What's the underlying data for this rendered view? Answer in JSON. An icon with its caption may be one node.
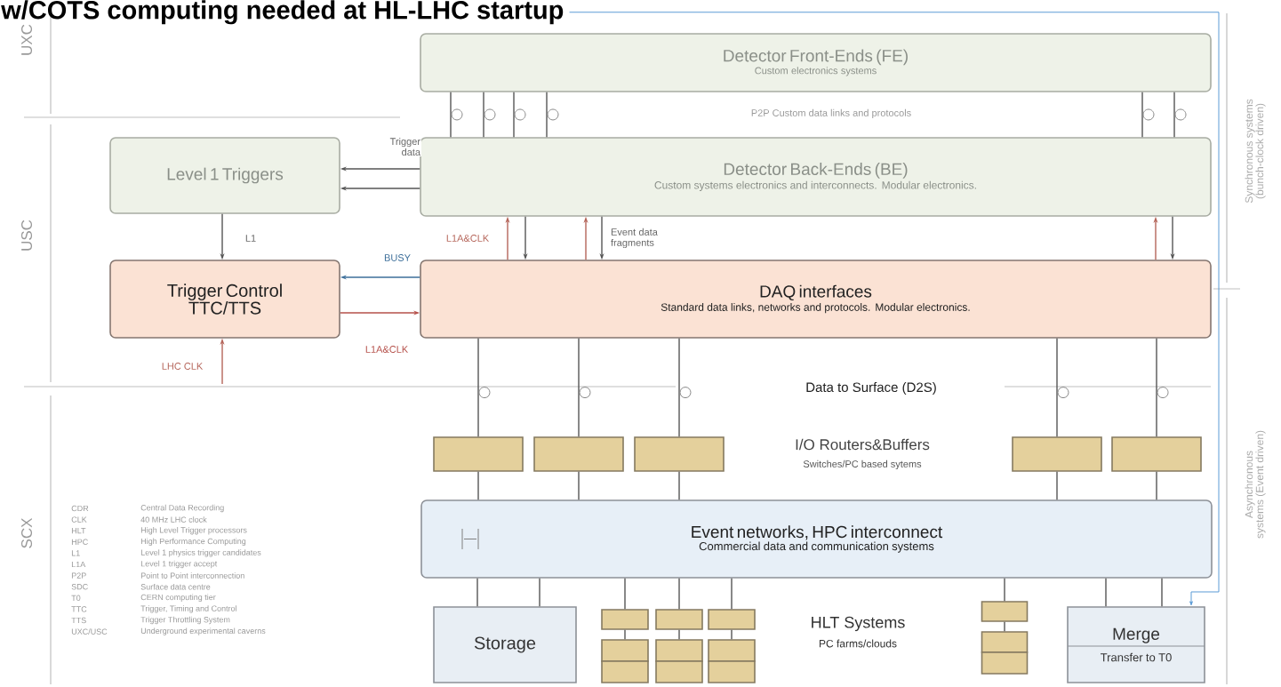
{
  "diagram": {
    "title": "w/COTS computing needed at HL-LHC startup",
    "nodes": [
      {
        "text": [
          "Detector Front-Ends (FE)",
          "Custom electronics systems"
        ]
      },
      {
        "text": [
          "Level 1 Triggers"
        ]
      },
      {
        "text": [
          "Detector Back-Ends (BE)",
          "Custom systems electronics and interconnects. Modular electronics."
        ]
      },
      {
        "text": [
          "Trigger Control TTC/TTS"
        ]
      },
      {
        "text": [
          "DAQ interfaces",
          "Standard data links, networks and protocols. Modular electronics."
        ]
      },
      {
        "text": [],
        "shape": "box"
      },
      {
        "text": [],
        "shape": "box"
      },
      {
        "text": [],
        "shape": "box"
      },
      {
        "text": [],
        "shape": "box"
      },
      {
        "text": [],
        "shape": "box"
      },
      {
        "text": [
          "Event networks, HPC interconnect",
          "Commercial data and communication systems"
        ]
      },
      {
        "text": [
          "Storage"
        ]
      },
      {
        "text": [],
        "shape": "box"
      },
      {
        "text": [],
        "shape": "box"
      },
      {
        "text": [],
        "shape": "box"
      },
      {
        "text": [],
        "shape": "box"
      },
      {
        "text": [],
        "shape": "box"
      },
      {
        "text": [],
        "shape": "box"
      },
      {
        "text": [],
        "shape": "box"
      },
      {
        "text": [],
        "shape": "box"
      },
      {
        "text": [],
        "shape": "box"
      },
      {
        "text": [],
        "shape": "box"
      },
      {
        "text": [],
        "shape": "box"
      },
      {
        "text": [],
        "shape": "box"
      },
      {
        "text": [
          "Merge",
          "Transfer to T0"
        ]
      }
    ],
    "edges": [
      {
        "from": 1,
        "to": 3,
        "arrow": "to",
        "label": "L1"
      },
      {
        "from": 2,
        "to": 1,
        "arrow": "to",
        "label": "Trigger data"
      },
      {
        "from": 2,
        "to": 1,
        "arrow": "to"
      },
      {
        "from": 4,
        "to": 3,
        "arrow": "to",
        "label": "BUSY",
        "color": "#3d6f9a"
      },
      {
        "from": 3,
        "to": 4,
        "arrow": "to",
        "label": "L1A&CLK",
        "color": "#b5504a"
      },
      {
        "from": 4,
        "to": 2,
        "arrow": "to",
        "label": "L1A&CLK",
        "color": "#b5655a"
      },
      {
        "from": 2,
        "to": 4,
        "arrow": "to"
      },
      {
        "from": 4,
        "to": 2,
        "arrow": "to",
        "color": "#b5655a"
      },
      {
        "from": 2,
        "to": 4,
        "arrow": "to",
        "label": "Event data fragments"
      },
      {
        "from": 4,
        "to": 2,
        "arrow": "to",
        "color": "#b5655a"
      },
      {
        "from": 2,
        "to": 4,
        "arrow": "to"
      },
      {
        "from": 0,
        "to": 2,
        "arrow": "none"
      },
      {
        "from": 0,
        "to": 2,
        "arrow": "none"
      },
      {
        "from": 0,
        "to": 2,
        "arrow": "none"
      },
      {
        "from": 0,
        "to": 2,
        "arrow": "none"
      },
      {
        "from": 0,
        "to": 2,
        "arrow": "none"
      },
      {
        "from": 0,
        "to": 2,
        "arrow": "none"
      },
      {
        "from": 4,
        "to": 5,
        "arrow": "none"
      },
      {
        "from": 4,
        "to": 6,
        "arrow": "none"
      },
      {
        "from": 4,
        "to": 7,
        "arrow": "none"
      },
      {
        "from": 4,
        "to": 8,
        "arrow": "none"
      },
      {
        "from": 4,
        "to": 9,
        "arrow": "none"
      },
      {
        "from": 5,
        "to": 10,
        "arrow": "none"
      },
      {
        "from": 6,
        "to": 10,
        "arrow": "none"
      },
      {
        "from": 7,
        "to": 10,
        "arrow": "none"
      },
      {
        "from": 8,
        "to": 10,
        "arrow": "none"
      },
      {
        "from": 9,
        "to": 10,
        "arrow": "none"
      },
      {
        "from": 10,
        "to": 11,
        "arrow": "none"
      },
      {
        "from": 10,
        "to": 11,
        "arrow": "none"
      },
      {
        "from": 10,
        "to": 12,
        "arrow": "none"
      },
      {
        "from": 10,
        "to": 13,
        "arrow": "none"
      },
      {
        "from": 10,
        "to": 14,
        "arrow": "none"
      },
      {
        "from": 10,
        "to": 21,
        "arrow": "none"
      },
      {
        "from": 10,
        "to": 24,
        "arrow": "none"
      },
      {
        "from": 10,
        "to": 24,
        "arrow": "none"
      },
      {
        "from": 12,
        "to": 15,
        "arrow": "none"
      },
      {
        "from": 13,
        "to": 16,
        "arrow": "none"
      },
      {
        "from": 14,
        "to": 17,
        "arrow": "none"
      },
      {
        "from": 21,
        "to": 22,
        "arrow": "none"
      },
      {
        "from": null,
        "to": 3,
        "arrow": "to",
        "label": "LHC CLK",
        "color": "#b5655a"
      },
      {
        "from": null,
        "to": 24,
        "arrow": "to",
        "color": "#5b9bd5"
      }
    ],
    "labels": [
      "UXC",
      "USC",
      "SCX",
      "Synchronous systems (bunch-clock driven)",
      "Asynchronous systems (Event driven)",
      "P2P Custom data links and protocols",
      "Data to Surface (D2S)",
      "I/O Routers&Buffers",
      "Switches/PC based sytems",
      "HLT Systems",
      "PC farms/clouds",
      "CDR",
      "Central Data Recording",
      "CLK",
      "40 MHz LHC clock",
      "HLT",
      "High Level Trigger processors",
      "HPC",
      "High Performance Computing",
      "L1",
      "Level 1 physics trigger candidates",
      "L1A",
      "Level 1 trigger accept",
      "P2P",
      "Point to Point interconnection",
      "SDC",
      "Surface data centre",
      "T0",
      "CERN computing tier",
      "TTC",
      "Trigger, Timing and Control",
      "TTS",
      "Trigger Throttling System",
      "UXC/USC",
      "Underground experimental caverns"
    ]
  }
}
